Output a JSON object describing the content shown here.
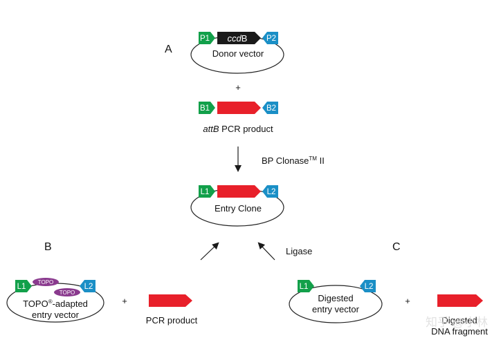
{
  "colors": {
    "red": "#e8202a",
    "green": "#12a04a",
    "blue": "#1a8fc6",
    "black": "#1a1a1a",
    "purple": "#8a3a8e",
    "stroke": "#222222",
    "watermark": "#dddddd"
  },
  "sections": {
    "a": "A",
    "b": "B",
    "c": "C"
  },
  "donor": {
    "p1": "P1",
    "p2": "P2",
    "gene_italic": "ccd",
    "gene_rest": "B",
    "label": "Donor vector"
  },
  "plus_sign": "+",
  "attb": {
    "b1": "B1",
    "b2": "B2",
    "label_italic": "attB",
    "label_rest": " PCR product"
  },
  "bp_step": {
    "label_prefix": "BP Clonase",
    "trademark": "TM",
    "label_suffix": " II"
  },
  "entry": {
    "l1": "L1",
    "l2": "L2",
    "label": "Entry Clone"
  },
  "ligase": "Ligase",
  "topo_vector": {
    "l1": "L1",
    "l2": "L2",
    "topo": "TOPO",
    "label_line1_prefix": "TOPO",
    "label_line1_reg": "®",
    "label_line1_suffix": "-adapted",
    "label_line2": "entry vector"
  },
  "pcr_product": "PCR product",
  "digested": {
    "l1": "L1",
    "l2": "L2",
    "label_line1": "Digested",
    "label_line2": "entry vector"
  },
  "fragment": {
    "line1": "Digested",
    "line2": "DNA fragment"
  },
  "watermark": "知乎 @小林"
}
